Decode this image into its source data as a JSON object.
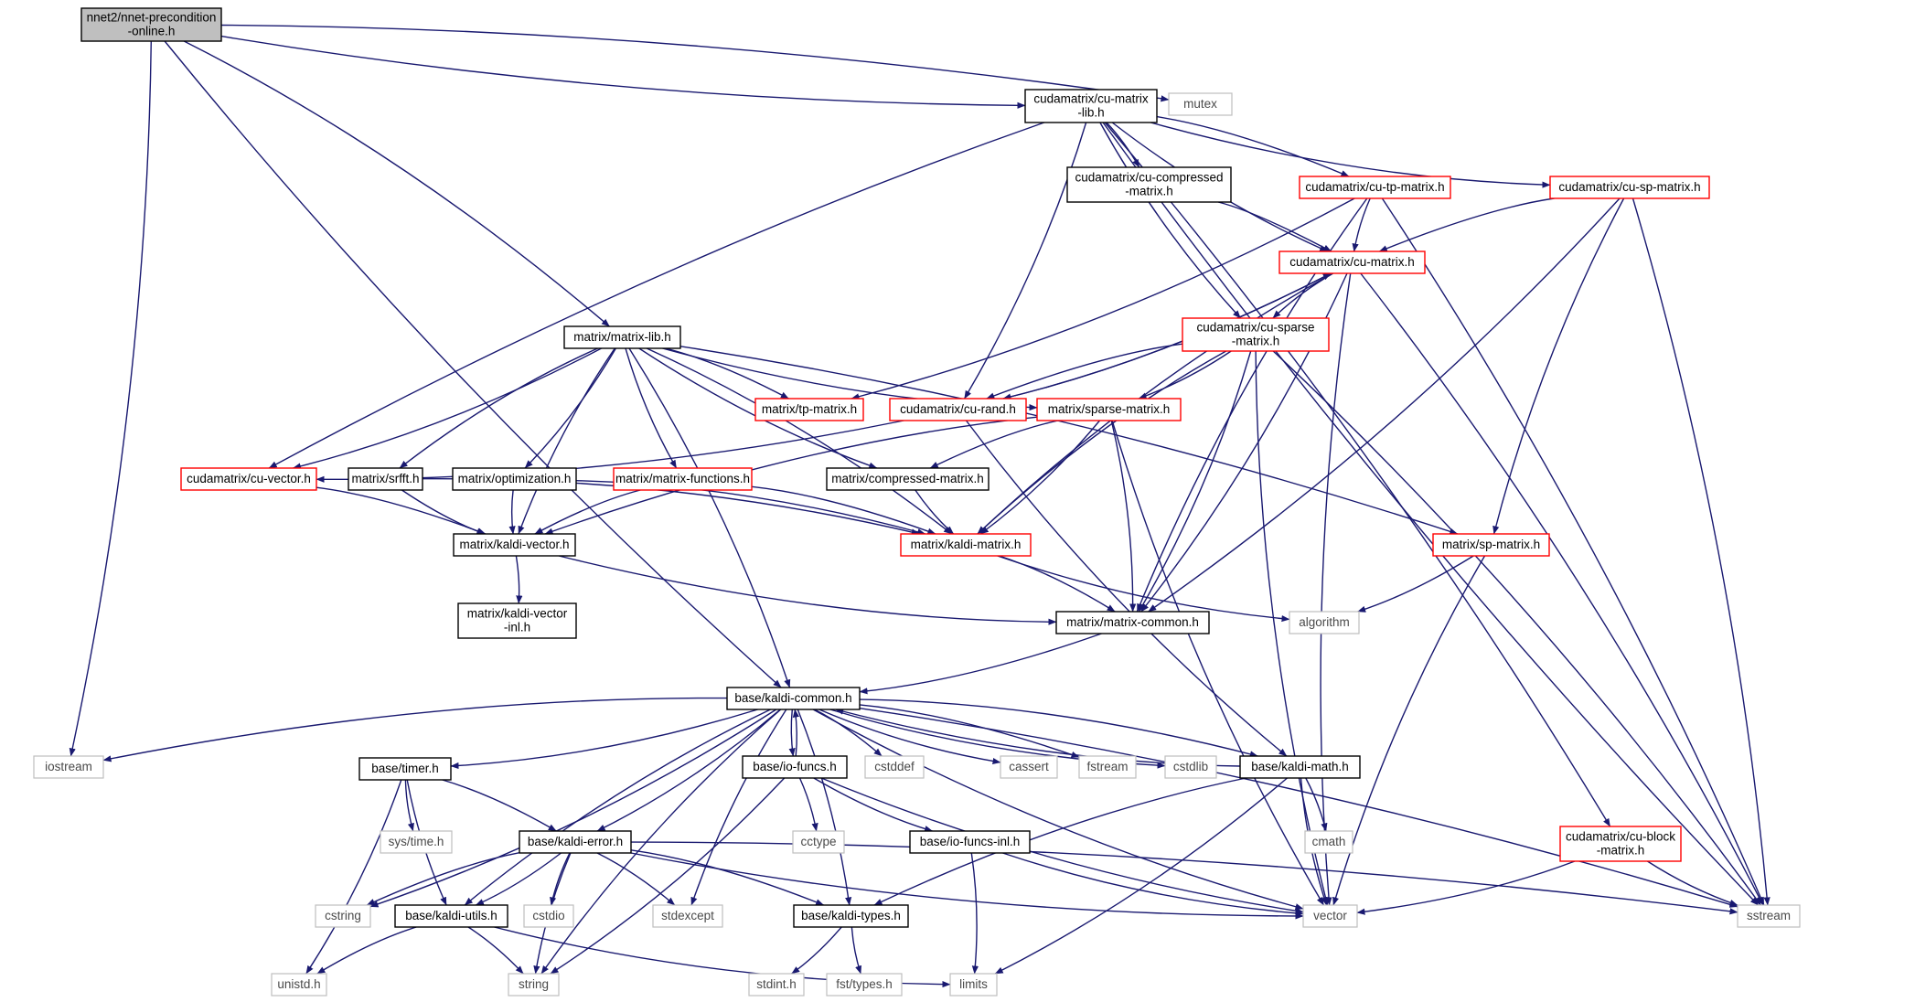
{
  "nodes": [
    {
      "id": "root",
      "lines": [
        "nnet2/nnet-precondition",
        "-online.h"
      ],
      "style": "root"
    },
    {
      "id": "mutex",
      "lines": [
        "mutex"
      ],
      "style": "sys"
    },
    {
      "id": "culib",
      "lines": [
        "cudamatrix/cu-matrix",
        "-lib.h"
      ],
      "style": "black"
    },
    {
      "id": "cucomp",
      "lines": [
        "cudamatrix/cu-compressed",
        "-matrix.h"
      ],
      "style": "black"
    },
    {
      "id": "cutp",
      "lines": [
        "cudamatrix/cu-tp-matrix.h"
      ],
      "style": "red"
    },
    {
      "id": "cusp",
      "lines": [
        "cudamatrix/cu-sp-matrix.h"
      ],
      "style": "red"
    },
    {
      "id": "cumat",
      "lines": [
        "cudamatrix/cu-matrix.h"
      ],
      "style": "red"
    },
    {
      "id": "cusparse",
      "lines": [
        "cudamatrix/cu-sparse",
        "-matrix.h"
      ],
      "style": "red"
    },
    {
      "id": "matlib",
      "lines": [
        "matrix/matrix-lib.h"
      ],
      "style": "black"
    },
    {
      "id": "tp",
      "lines": [
        "matrix/tp-matrix.h"
      ],
      "style": "red"
    },
    {
      "id": "curand",
      "lines": [
        "cudamatrix/cu-rand.h"
      ],
      "style": "red"
    },
    {
      "id": "sparse",
      "lines": [
        "matrix/sparse-matrix.h"
      ],
      "style": "red"
    },
    {
      "id": "cuvec",
      "lines": [
        "cudamatrix/cu-vector.h"
      ],
      "style": "red"
    },
    {
      "id": "srfft",
      "lines": [
        "matrix/srfft.h"
      ],
      "style": "black"
    },
    {
      "id": "optim",
      "lines": [
        "matrix/optimization.h"
      ],
      "style": "black"
    },
    {
      "id": "matfun",
      "lines": [
        "matrix/matrix-functions.h"
      ],
      "style": "red"
    },
    {
      "id": "compmat",
      "lines": [
        "matrix/compressed-matrix.h"
      ],
      "style": "black"
    },
    {
      "id": "kvec",
      "lines": [
        "matrix/kaldi-vector.h"
      ],
      "style": "black"
    },
    {
      "id": "kmat",
      "lines": [
        "matrix/kaldi-matrix.h"
      ],
      "style": "red"
    },
    {
      "id": "spmat",
      "lines": [
        "matrix/sp-matrix.h"
      ],
      "style": "red"
    },
    {
      "id": "kvecinl",
      "lines": [
        "matrix/kaldi-vector",
        "-inl.h"
      ],
      "style": "black"
    },
    {
      "id": "mcommon",
      "lines": [
        "matrix/matrix-common.h"
      ],
      "style": "black"
    },
    {
      "id": "algorithm",
      "lines": [
        "algorithm"
      ],
      "style": "sys"
    },
    {
      "id": "kcommon",
      "lines": [
        "base/kaldi-common.h"
      ],
      "style": "black"
    },
    {
      "id": "iostream",
      "lines": [
        "iostream"
      ],
      "style": "sys"
    },
    {
      "id": "timer",
      "lines": [
        "base/timer.h"
      ],
      "style": "black"
    },
    {
      "id": "iofuncs",
      "lines": [
        "base/io-funcs.h"
      ],
      "style": "black"
    },
    {
      "id": "cstddef",
      "lines": [
        "cstddef"
      ],
      "style": "sys"
    },
    {
      "id": "cassert",
      "lines": [
        "cassert"
      ],
      "style": "sys"
    },
    {
      "id": "fstream",
      "lines": [
        "fstream"
      ],
      "style": "sys"
    },
    {
      "id": "cstdlib",
      "lines": [
        "cstdlib"
      ],
      "style": "sys"
    },
    {
      "id": "kmath",
      "lines": [
        "base/kaldi-math.h"
      ],
      "style": "black"
    },
    {
      "id": "cublock",
      "lines": [
        "cudamatrix/cu-block",
        "-matrix.h"
      ],
      "style": "red"
    },
    {
      "id": "systime",
      "lines": [
        "sys/time.h"
      ],
      "style": "sys"
    },
    {
      "id": "cctype",
      "lines": [
        "cctype"
      ],
      "style": "sys"
    },
    {
      "id": "cmath",
      "lines": [
        "cmath"
      ],
      "style": "sys"
    },
    {
      "id": "kerror",
      "lines": [
        "base/kaldi-error.h"
      ],
      "style": "black"
    },
    {
      "id": "ioinl",
      "lines": [
        "base/io-funcs-inl.h"
      ],
      "style": "black"
    },
    {
      "id": "cstring",
      "lines": [
        "cstring"
      ],
      "style": "sys"
    },
    {
      "id": "kutils",
      "lines": [
        "base/kaldi-utils.h"
      ],
      "style": "black"
    },
    {
      "id": "cstdio",
      "lines": [
        "cstdio"
      ],
      "style": "sys"
    },
    {
      "id": "stdexcept",
      "lines": [
        "stdexcept"
      ],
      "style": "sys"
    },
    {
      "id": "ktypes",
      "lines": [
        "base/kaldi-types.h"
      ],
      "style": "black"
    },
    {
      "id": "vector",
      "lines": [
        "vector"
      ],
      "style": "sys"
    },
    {
      "id": "sstream",
      "lines": [
        "sstream"
      ],
      "style": "sys"
    },
    {
      "id": "unistd",
      "lines": [
        "unistd.h"
      ],
      "style": "sys"
    },
    {
      "id": "string",
      "lines": [
        "string"
      ],
      "style": "sys"
    },
    {
      "id": "stdint",
      "lines": [
        "stdint.h"
      ],
      "style": "sys"
    },
    {
      "id": "fsttypes",
      "lines": [
        "fst/types.h"
      ],
      "style": "sys"
    },
    {
      "id": "limits",
      "lines": [
        "limits"
      ],
      "style": "sys"
    }
  ],
  "edges": [
    [
      "root",
      "iostream"
    ],
    [
      "root",
      "kcommon"
    ],
    [
      "root",
      "matlib"
    ],
    [
      "root",
      "culib"
    ],
    [
      "root",
      "mutex"
    ],
    [
      "culib",
      "cuvec"
    ],
    [
      "culib",
      "curand"
    ],
    [
      "culib",
      "cusparse"
    ],
    [
      "culib",
      "cucomp"
    ],
    [
      "culib",
      "cumat"
    ],
    [
      "culib",
      "cutp"
    ],
    [
      "culib",
      "cusp"
    ],
    [
      "culib",
      "cublock"
    ],
    [
      "culib",
      "sstream"
    ],
    [
      "cucomp",
      "cumat"
    ],
    [
      "cutp",
      "cumat"
    ],
    [
      "cutp",
      "tp"
    ],
    [
      "cutp",
      "mcommon"
    ],
    [
      "cutp",
      "sstream"
    ],
    [
      "cusp",
      "cumat"
    ],
    [
      "cusp",
      "mcommon"
    ],
    [
      "cusp",
      "spmat"
    ],
    [
      "cusp",
      "sstream"
    ],
    [
      "cumat",
      "cusparse"
    ],
    [
      "cumat",
      "curand"
    ],
    [
      "cumat",
      "kmat"
    ],
    [
      "cumat",
      "mcommon"
    ],
    [
      "cumat",
      "vector"
    ],
    [
      "cumat",
      "sstream"
    ],
    [
      "cusparse",
      "curand"
    ],
    [
      "cusparse",
      "sparse"
    ],
    [
      "cusparse",
      "kmat"
    ],
    [
      "cusparse",
      "mcommon"
    ],
    [
      "cusparse",
      "vector"
    ],
    [
      "cusparse",
      "sstream"
    ],
    [
      "curand",
      "cumat"
    ],
    [
      "curand",
      "cuvec"
    ],
    [
      "curand",
      "kmath"
    ],
    [
      "matlib",
      "kcommon"
    ],
    [
      "matlib",
      "kvec"
    ],
    [
      "matlib",
      "cuvec"
    ],
    [
      "matlib",
      "srfft"
    ],
    [
      "matlib",
      "optim"
    ],
    [
      "matlib",
      "matfun"
    ],
    [
      "matlib",
      "kmat"
    ],
    [
      "matlib",
      "compmat"
    ],
    [
      "matlib",
      "tp"
    ],
    [
      "matlib",
      "sparse"
    ],
    [
      "matlib",
      "spmat"
    ],
    [
      "sparse",
      "compmat"
    ],
    [
      "sparse",
      "kmat"
    ],
    [
      "sparse",
      "kvec"
    ],
    [
      "sparse",
      "mcommon"
    ],
    [
      "sparse",
      "vector"
    ],
    [
      "cuvec",
      "kvec"
    ],
    [
      "srfft",
      "kvec"
    ],
    [
      "srfft",
      "kmat"
    ],
    [
      "optim",
      "kvec"
    ],
    [
      "optim",
      "kmat"
    ],
    [
      "matfun",
      "kvec"
    ],
    [
      "matfun",
      "kmat"
    ],
    [
      "compmat",
      "kmat"
    ],
    [
      "kvec",
      "kvecinl"
    ],
    [
      "kvec",
      "mcommon"
    ],
    [
      "kmat",
      "mcommon"
    ],
    [
      "kmat",
      "algorithm"
    ],
    [
      "spmat",
      "algorithm"
    ],
    [
      "spmat",
      "vector"
    ],
    [
      "mcommon",
      "kcommon"
    ],
    [
      "kcommon",
      "iostream"
    ],
    [
      "kcommon",
      "timer"
    ],
    [
      "kcommon",
      "string"
    ],
    [
      "kcommon",
      "cstring"
    ],
    [
      "kcommon",
      "kutils"
    ],
    [
      "kcommon",
      "kerror"
    ],
    [
      "kcommon",
      "stdexcept"
    ],
    [
      "kcommon",
      "ktypes"
    ],
    [
      "kcommon",
      "iofuncs"
    ],
    [
      "kcommon",
      "cstddef"
    ],
    [
      "kcommon",
      "cassert"
    ],
    [
      "kcommon",
      "fstream"
    ],
    [
      "kcommon",
      "cstdlib"
    ],
    [
      "kcommon",
      "kmath"
    ],
    [
      "kcommon",
      "vector"
    ],
    [
      "kcommon",
      "sstream"
    ],
    [
      "iofuncs",
      "kcommon"
    ],
    [
      "iofuncs",
      "cctype"
    ],
    [
      "iofuncs",
      "ioinl"
    ],
    [
      "iofuncs",
      "string"
    ],
    [
      "iofuncs",
      "vector"
    ],
    [
      "kmath",
      "kcommon"
    ],
    [
      "kmath",
      "ktypes"
    ],
    [
      "kmath",
      "cmath"
    ],
    [
      "kmath",
      "vector"
    ],
    [
      "kmath",
      "limits"
    ],
    [
      "timer",
      "systime"
    ],
    [
      "timer",
      "kerror"
    ],
    [
      "timer",
      "kutils"
    ],
    [
      "timer",
      "unistd"
    ],
    [
      "kerror",
      "cstring"
    ],
    [
      "kerror",
      "kutils"
    ],
    [
      "kerror",
      "cstdio"
    ],
    [
      "kerror",
      "stdexcept"
    ],
    [
      "kerror",
      "string"
    ],
    [
      "kerror",
      "ktypes"
    ],
    [
      "kerror",
      "vector"
    ],
    [
      "kerror",
      "sstream"
    ],
    [
      "ioinl",
      "vector"
    ],
    [
      "ioinl",
      "limits"
    ],
    [
      "kutils",
      "unistd"
    ],
    [
      "kutils",
      "string"
    ],
    [
      "kutils",
      "limits"
    ],
    [
      "ktypes",
      "stdint"
    ],
    [
      "ktypes",
      "fsttypes"
    ],
    [
      "cublock",
      "vector"
    ],
    [
      "cublock",
      "sstream"
    ]
  ],
  "colors": {
    "edge": "#191970",
    "border_black": "#000000",
    "border_red": "#ff0000",
    "border_sys": "#bfbfbf",
    "root_fill": "#bfbfbf",
    "text": "#000000"
  }
}
